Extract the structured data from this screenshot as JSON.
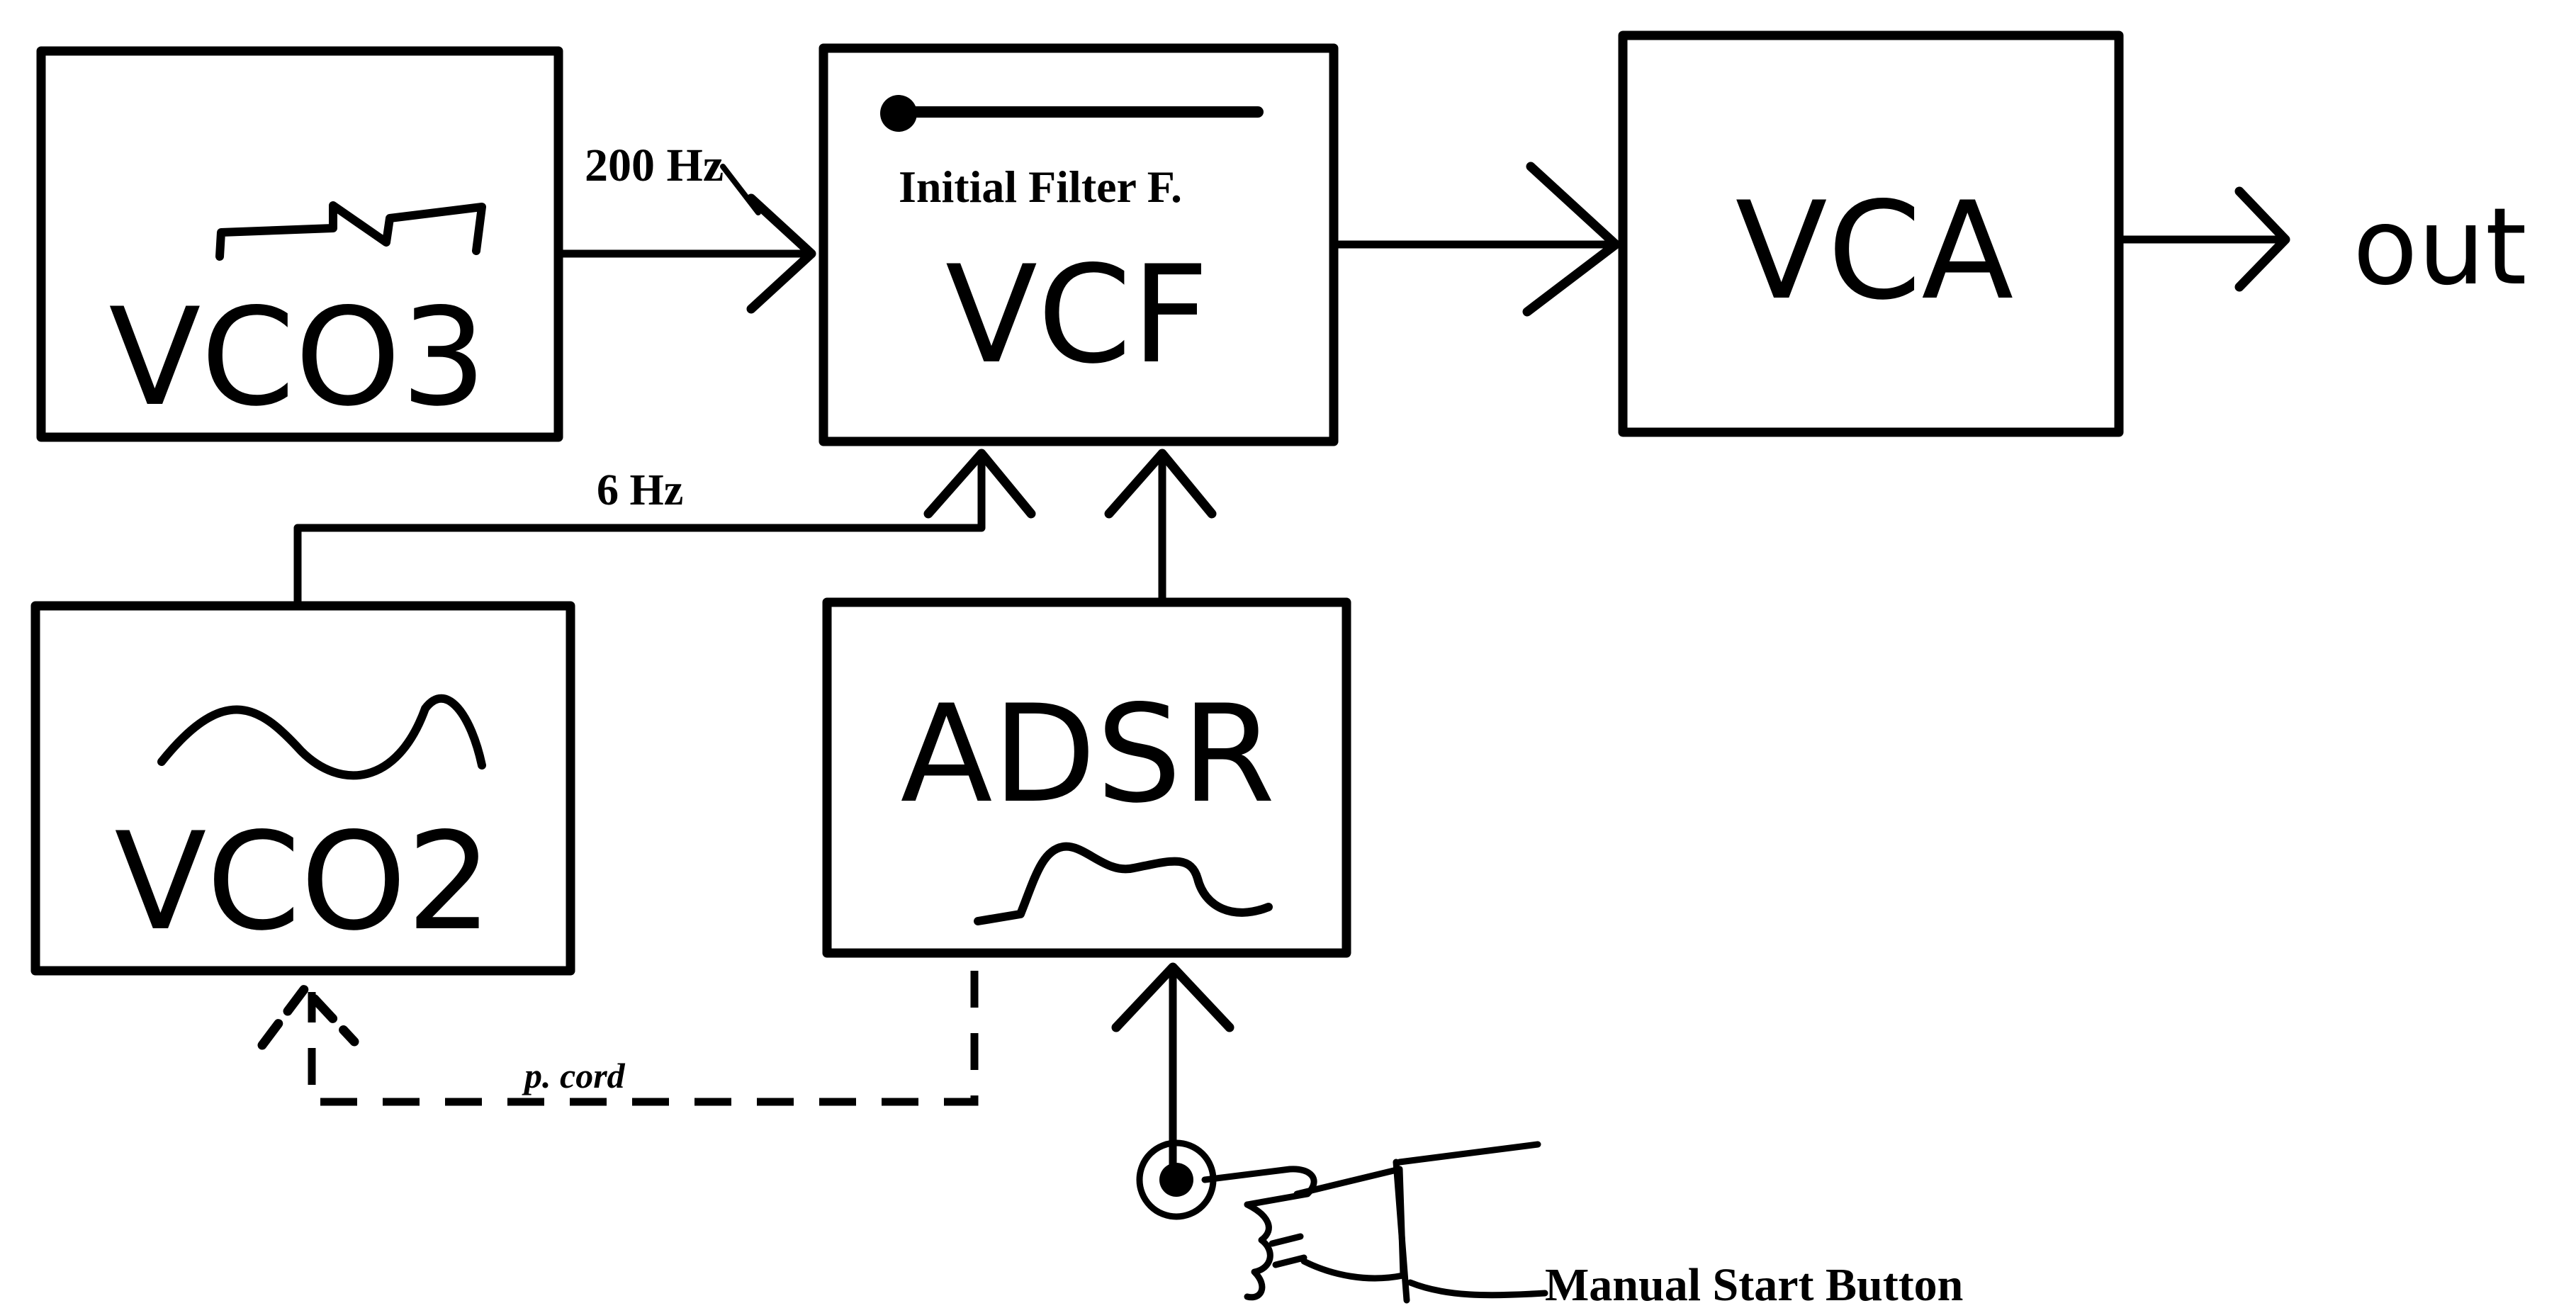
{
  "modules": {
    "vco3": "VCO3",
    "vcf": "VCF",
    "vca": "VCA",
    "vco2": "VCO2",
    "adsr": "ADSR"
  },
  "labels": {
    "freq_200": "200 Hz",
    "freq_6": "6 Hz",
    "initial_filter": "Initial Filter F.",
    "out": "out",
    "patch_cord": "p. cord",
    "manual_start": "Manual Start Button"
  },
  "icons": {
    "vco3": "sawtooth-wave-icon",
    "vco2": "sine-wave-icon",
    "adsr": "envelope-curve-icon",
    "filter_slider": "slider-icon",
    "button": "hand-pressing-button-icon"
  }
}
